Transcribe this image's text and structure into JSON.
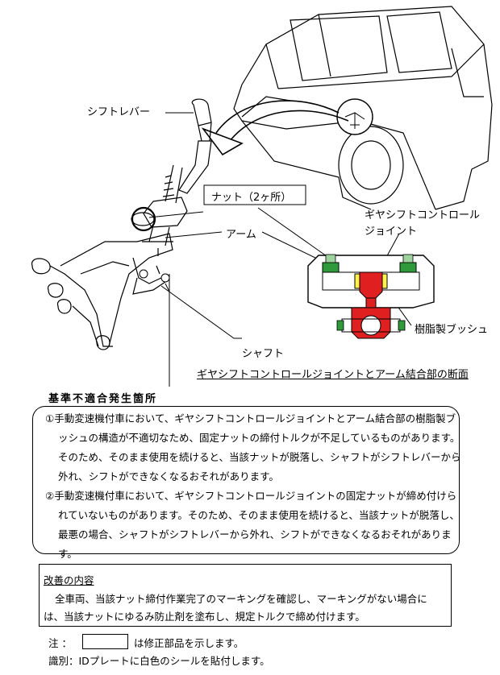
{
  "labels": {
    "shift_lever": "シフトレバー",
    "nut": "ナット（2ヶ所）",
    "arm": "アーム",
    "joint_line1": "ギヤシフトコントロール",
    "joint_line2": "ジョイント",
    "bush": "樹脂製ブッシュ",
    "shaft": "シャフト",
    "section_caption": "ギヤシフトコントロールジョイントとアーム結合部の断面"
  },
  "defect": {
    "title": "基準不適合発生箇所",
    "item1": "①手動変速機付車において、ギヤシフトコントロールジョイントとアーム結合部の樹脂製ブッシュの構造が不適切なため、固定ナットの締付トルクが不足しているものがあります。そのため、そのまま使用を続けると、当該ナットが脱落し、シャフトがシフトレバーから外れ、シフトができなくなるおそれがあります。",
    "item2": "②手動変速機付車において、ギヤシフトコントロールジョイントの固定ナットが締め付けられていないものがあります。そのため、そのまま使用を続けると、当該ナットが脱落し、最悪の場合、シャフトがシフトレバーから外れ、シフトができなくなるおそれがあります。"
  },
  "remedy": {
    "title": "改善の内容",
    "text": "全車両、当該ナット締付作業完了のマーキングを確認し、マーキングがない場合には、当該ナットにゆるみ防止剤を塗布し、規定トルクで締め付けます。"
  },
  "notes": {
    "note1_prefix": "注 ：",
    "note1_text": "は修正部品を示します。",
    "note2": "識別：IDプレートに白色のシールを貼付します。"
  },
  "colors": {
    "highlight_red": "#e02020",
    "highlight_yellow": "#fff24a",
    "bolt_green": "#2f9a3a",
    "line": "#000000"
  }
}
